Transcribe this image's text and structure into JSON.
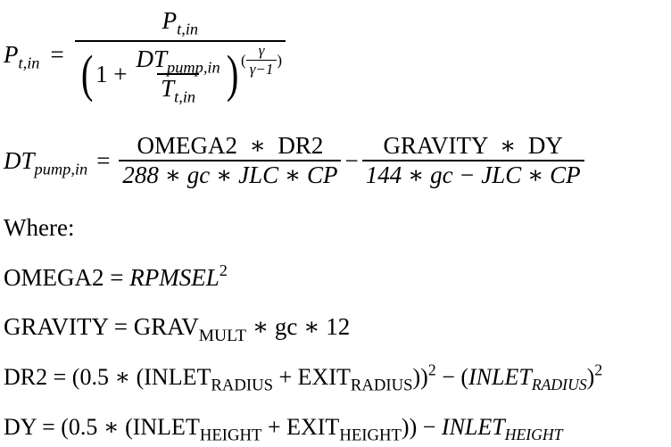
{
  "eq1": {
    "lhs": "P",
    "lhs_sub": "t,in",
    "equals": "=",
    "num": "P",
    "num_sub": "t,in",
    "one_plus": "1 +",
    "inner_num": "DT",
    "inner_num_sub": "pump,in",
    "inner_den": "T",
    "inner_den_sub": "t,in",
    "lparen": "(",
    "rparen": ")",
    "exp_lparen": "(",
    "exp_rparen": ")",
    "exp_num": "γ",
    "exp_den": "γ−1"
  },
  "eq2": {
    "lhs": "DT",
    "lhs_sub": "pump,in",
    "equals": "=",
    "frac1_num": "OMEGA2  ∗  DR2",
    "frac1_den": "288 ∗ gc ∗ JLC ∗ CP",
    "minus": "−",
    "frac2_num": "GRAVITY  ∗  DY",
    "frac2_den": "144 ∗ gc − JLC ∗ CP"
  },
  "where_label": "Where:",
  "omega2": {
    "lhs": "OMEGA2 = ",
    "rhs": "RPMSEL",
    "power": "2"
  },
  "gravity": {
    "lhs": "GRAVITY = GRAV",
    "sub": "MULT",
    "rest": " ∗ gc ∗ 12"
  },
  "dr2": {
    "part1": "DR2 = (0.5 ∗ (INLET",
    "sub1": "RADIUS",
    "part2": " + EXIT",
    "sub2": "RADIUS",
    "part3": "))",
    "pow1": "2",
    "part4": " − (",
    "italic": "INLET",
    "sub3": "RADIUS",
    "part5": ")",
    "pow2": "2"
  },
  "dy": {
    "part1": "DY = (0.5 ∗ (INLET",
    "sub1": "HEIGHT",
    "part2": " + EXIT",
    "sub2": "HEIGHT",
    "part3": ")) − ",
    "italic": "INLET",
    "sub3": "HEIGHT"
  }
}
